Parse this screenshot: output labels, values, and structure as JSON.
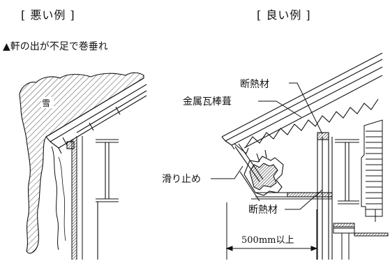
{
  "headers": {
    "bad": "[ 悪い例 ]",
    "good": "[ 良い例 ]"
  },
  "bad_example": {
    "caption": "▲軒の出が不足で巻垂れ",
    "snow_label": "雪"
  },
  "good_example": {
    "labels": {
      "insulation_top": "断熱材",
      "roofing": "金属瓦棒葺",
      "snow_stop": "滑り止め",
      "insulation_bottom": "断熱材",
      "overhang": "500mm以上"
    }
  }
}
